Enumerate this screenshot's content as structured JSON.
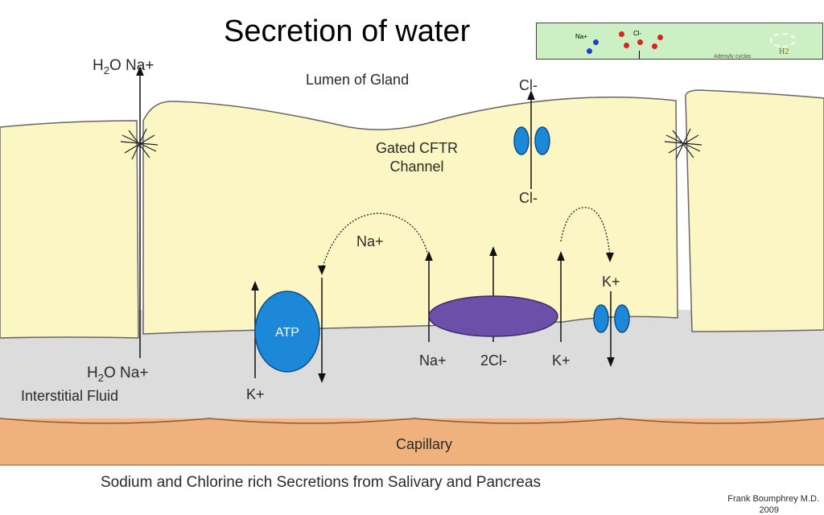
{
  "title": "Secretion of water",
  "labels": {
    "h2o_na_top_h": "H",
    "h2o_na_top_sub": "2",
    "h2o_na_top_rest": "O Na+",
    "lumen": "Lumen of Gland",
    "cl_top": "Cl-",
    "cftr_line1": "Gated CFTR",
    "cftr_line2": "Channel",
    "cl_bottom": "Cl-",
    "na_plus_mid": "Na+",
    "k_plus_right": "K+",
    "atp": "ATP",
    "h2o_na_bottom_h": "H",
    "h2o_na_bottom_sub": "2",
    "h2o_na_bottom_rest": "O Na+",
    "na_plus_bottom": "Na+",
    "two_cl": "2Cl-",
    "k_plus_bottom": "K+",
    "k_plus_atp": "K+",
    "interstitial": "Interstitial Fluid",
    "capillary": "Capillary",
    "caption": "Sodium and Chlorine rich Secretions from Salivary and Pancreas",
    "credit_line1": "Frank Boumphrey M.D.",
    "credit_line2": "2009"
  },
  "inset": {
    "na_label": "Na+",
    "cl_label": "Cl-",
    "h2_label": "H2",
    "partial_label": "Adenyly cyclas"
  },
  "colors": {
    "cell": "#fbf6c4",
    "interstitial": "#dcdcdc",
    "capillary": "#f0b27c",
    "channel": "#1e88d8",
    "cotransporter": "#6c4fa8",
    "inset_bg": "#ccf0c4"
  }
}
